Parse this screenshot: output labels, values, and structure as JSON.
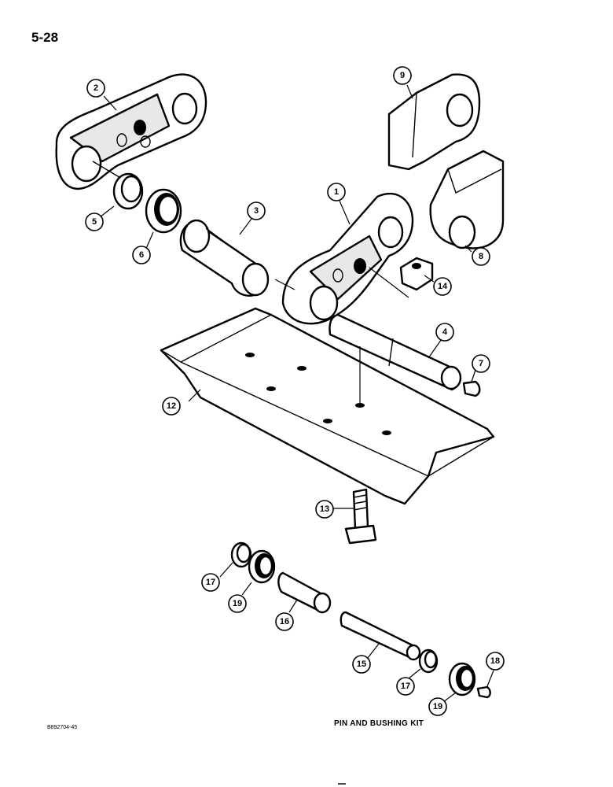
{
  "page_number": "5-28",
  "caption": "PIN AND BUSHING KIT",
  "reference_code": "B892704-45",
  "callouts": [
    "1",
    "2",
    "3",
    "4",
    "5",
    "6",
    "7",
    "8",
    "9",
    "12",
    "13",
    "14",
    "15",
    "16",
    "17",
    "17",
    "18",
    "19",
    "19"
  ]
}
